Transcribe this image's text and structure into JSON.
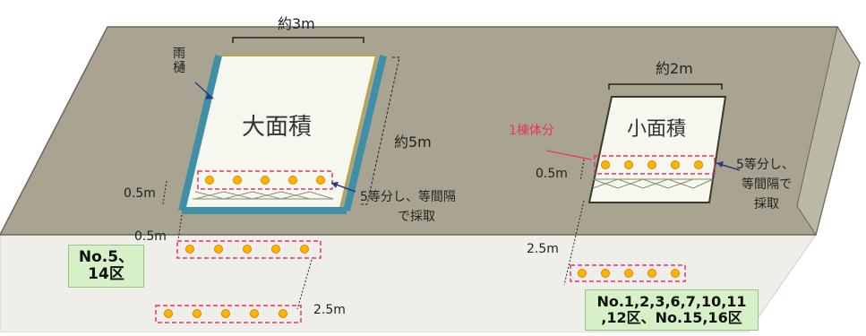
{
  "labels": {
    "width_large": "約3m",
    "gutter": "雨樋",
    "large_area": "大面積",
    "height_large": "約5m",
    "gap_05_large": "0.5m",
    "gap_05_bottom": "0.5m",
    "divide_large_line1": "5等分し、等間隔",
    "divide_large_line2": "で採取",
    "dist_25_large": "2.5m",
    "width_small": "約2m",
    "one_building": "1棟体分",
    "small_area": "小面積",
    "gap_05_small": "0.5m",
    "divide_small_line1": "5等分し、",
    "divide_small_line2": "等間隔で",
    "divide_small_line3": "採取",
    "dist_25_small": "2.5m"
  },
  "area_tags": {
    "large": {
      "line1": "No.5、",
      "line2": "14区"
    },
    "small": {
      "line1": "No.1,2,3,6,7,10,11",
      "line2": ",12区、No.15,16区"
    }
  },
  "colors": {
    "roof": "#a9a491",
    "ground": "#efefea",
    "panel": "#f6f7ee",
    "panel_border": "#b8a43a",
    "gutter": "#3f8fa6",
    "sample_border": "#e8336b",
    "sample_dot": "#f5b800",
    "tag_bg": "#d8f0c8",
    "arrow": "#2a3b80"
  }
}
